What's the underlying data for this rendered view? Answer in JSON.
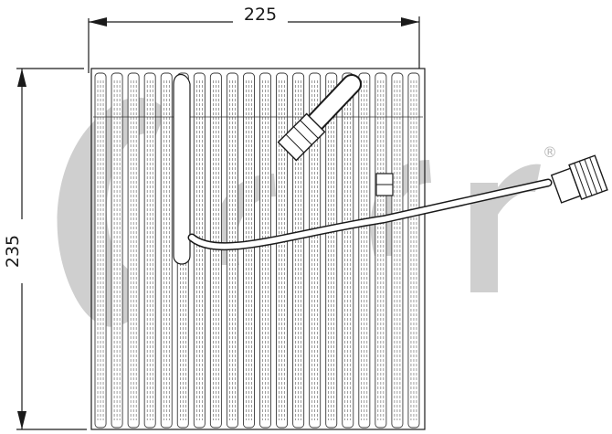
{
  "dimensions": {
    "width_label": "225",
    "height_label": "235"
  },
  "watermark": {
    "text": "acr",
    "registered_mark": "®",
    "color": "#cfcfcf"
  },
  "colors": {
    "line": "#1a1a1a",
    "fin": "#3a3a3a"
  },
  "icons": {
    "inlet_fitting": "pipe-fitting-icon",
    "outlet_fitting": "threaded-nut-icon"
  }
}
